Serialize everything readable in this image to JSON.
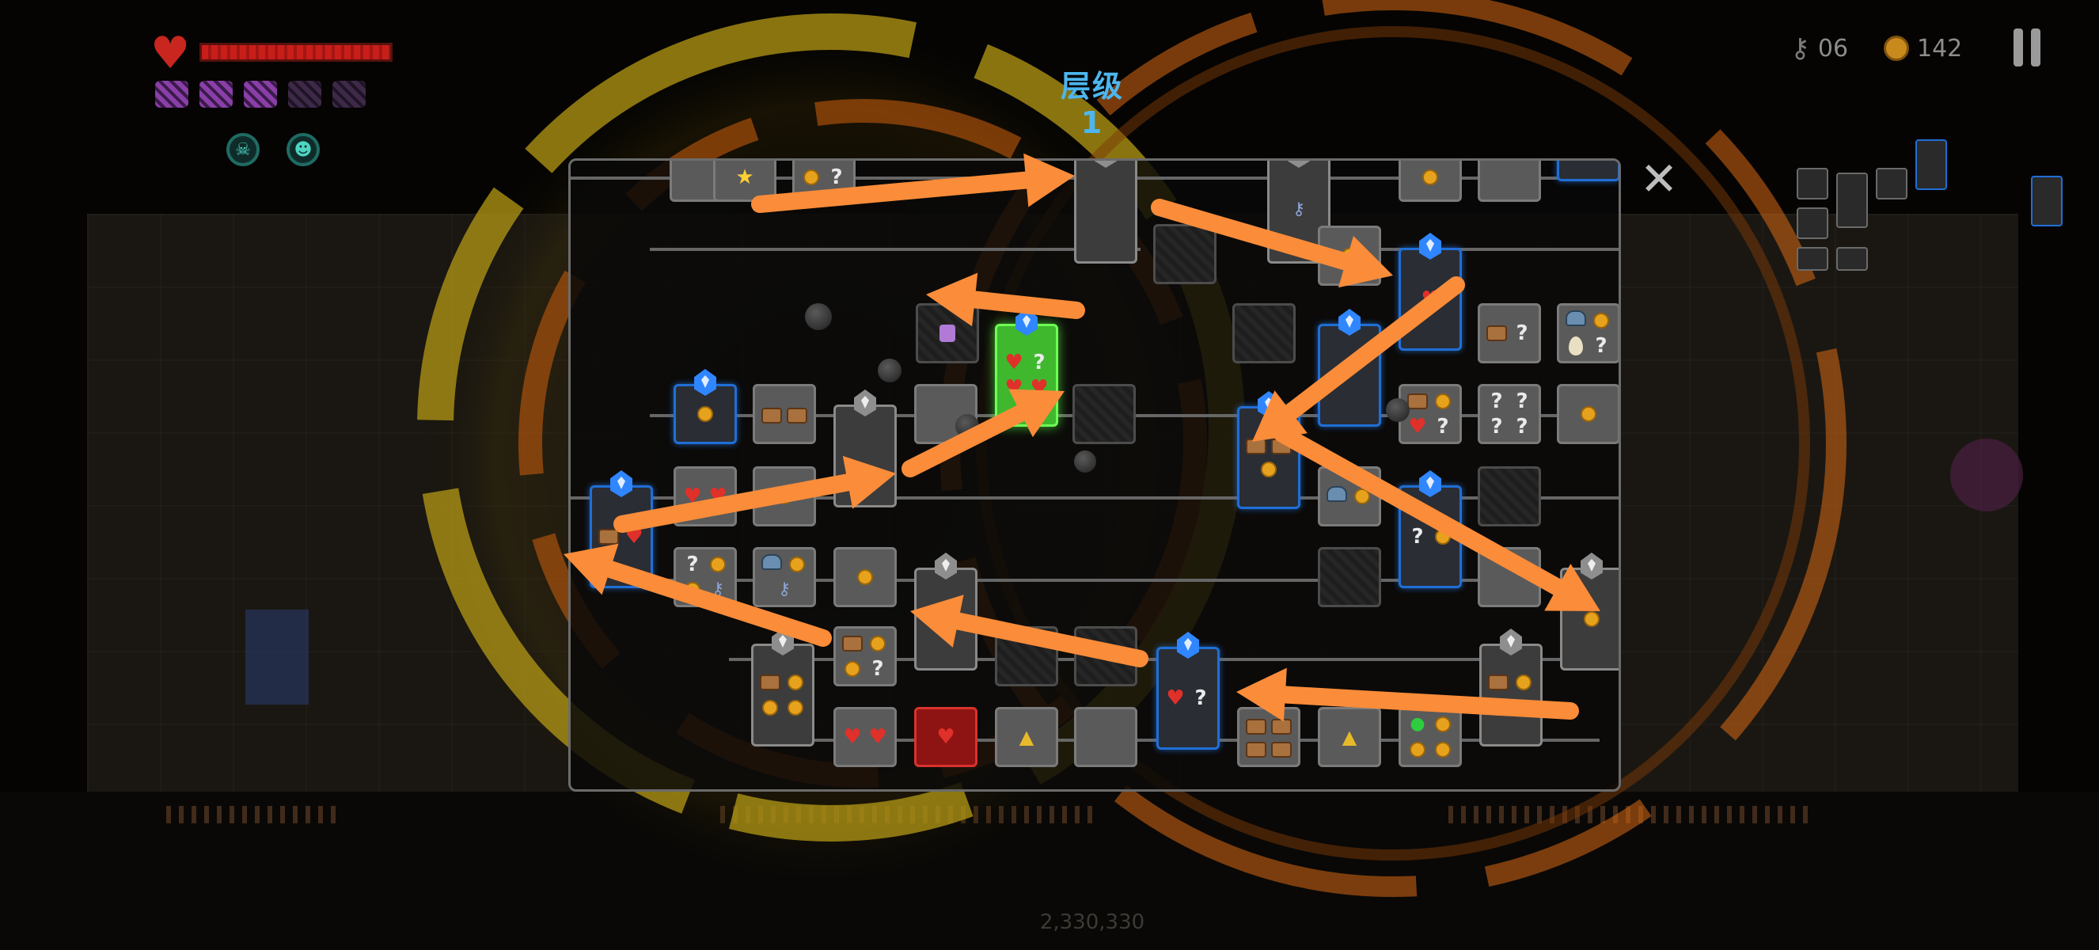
{
  "hud": {
    "floor_title": "层级 1",
    "keys": "06",
    "coins": "142",
    "health_fraction": 1.0,
    "charges_total": 5,
    "charges_full": 3,
    "score": "2,330,330",
    "status_icons": [
      "skull-status-icon",
      "curse-status-icon"
    ]
  },
  "icons": {
    "heart": "♥",
    "question": "?",
    "star": "★",
    "key": "⚷",
    "tri": "▲",
    "eye": "●",
    "close": "✕"
  },
  "colors": {
    "arrow": "#fb8c39",
    "special_border": "#1f6fd6",
    "current_room": "#3fb82e",
    "shop_room": "#8e1313",
    "floor_title": "#4db6ee"
  },
  "map": {
    "rooms": [
      {
        "id": "r-top-a",
        "kind": "plain",
        "icons": []
      },
      {
        "id": "r-top-star",
        "kind": "plain",
        "icons": [
          "star"
        ]
      },
      {
        "id": "r-top-coinq",
        "kind": "plain",
        "icons": [
          "coin",
          "q"
        ]
      },
      {
        "id": "r-top-portal-1",
        "kind": "portal",
        "gem": "grey",
        "icons": []
      },
      {
        "id": "r-top-dark-1",
        "kind": "dark",
        "icons": []
      },
      {
        "id": "r-top-portal-2",
        "kind": "portal",
        "gem": "grey",
        "icons": [
          "key"
        ]
      },
      {
        "id": "r-top-coin",
        "kind": "plain",
        "icons": [
          "coin"
        ]
      },
      {
        "id": "r-top-plain",
        "kind": "plain",
        "icons": []
      },
      {
        "id": "r-top-special",
        "kind": "special",
        "icons": []
      },
      {
        "id": "r-coin-small",
        "kind": "plain",
        "icons": [
          "coin"
        ]
      },
      {
        "id": "r-special-heart",
        "kind": "special",
        "gem": "blue",
        "icons": [
          "heart"
        ]
      },
      {
        "id": "r-dark-mid",
        "kind": "dark",
        "icons": []
      },
      {
        "id": "r-bag",
        "kind": "dark",
        "icons": [
          "bag"
        ]
      },
      {
        "id": "r-current",
        "kind": "current",
        "gem": "blue",
        "icons": [
          "heart",
          "q",
          "heart",
          "heart"
        ]
      },
      {
        "id": "r-chest-q",
        "kind": "plain",
        "icons": [
          "chest",
          "q"
        ]
      },
      {
        "id": "r-helmet-egg",
        "kind": "plain",
        "icons": [
          "helmet",
          "coin",
          "egg",
          "q"
        ]
      },
      {
        "id": "r-special-coin-l",
        "kind": "special",
        "gem": "blue",
        "icons": [
          "coin"
        ]
      },
      {
        "id": "r-chests-2",
        "kind": "plain",
        "icons": [
          "chest",
          "chest"
        ]
      },
      {
        "id": "r-portal-l",
        "kind": "portal",
        "gem": "grey",
        "icons": []
      },
      {
        "id": "r-plain-mid",
        "kind": "plain",
        "icons": []
      },
      {
        "id": "r-dark-c",
        "kind": "dark",
        "icons": []
      },
      {
        "id": "r-special-r1",
        "kind": "special",
        "gem": "blue",
        "icons": []
      },
      {
        "id": "r-chest-coin-heart",
        "kind": "plain",
        "icons": [
          "chest",
          "coin",
          "heart",
          "q"
        ]
      },
      {
        "id": "r-qqqq",
        "kind": "plain",
        "icons": [
          "q",
          "q",
          "q",
          "q"
        ]
      },
      {
        "id": "r-coin-right",
        "kind": "plain",
        "icons": [
          "coin"
        ]
      },
      {
        "id": "r-special-start",
        "kind": "special",
        "gem": "blue",
        "icons": [
          "chest",
          "heart"
        ]
      },
      {
        "id": "r-hearts-row",
        "kind": "plain",
        "icons": [
          "heart",
          "heart"
        ]
      },
      {
        "id": "r-plain-row2",
        "kind": "plain",
        "icons": [
          "coin"
        ]
      },
      {
        "id": "r-special-r2",
        "kind": "special",
        "gem": "blue",
        "icons": [
          "chest",
          "chest",
          "coin"
        ]
      },
      {
        "id": "r-helmet-coin",
        "kind": "plain",
        "icons": [
          "helmet",
          "coin"
        ]
      },
      {
        "id": "r-special-r3",
        "kind": "special",
        "gem": "blue",
        "icons": [
          "q",
          "coin"
        ]
      },
      {
        "id": "r-dark-r",
        "kind": "dark",
        "icons": []
      },
      {
        "id": "r-qcoin-key",
        "kind": "plain",
        "icons": [
          "q",
          "coin",
          "coin",
          "key"
        ]
      },
      {
        "id": "r-helmet-key",
        "kind": "plain",
        "icons": [
          "helmet",
          "coin",
          "key"
        ]
      },
      {
        "id": "r-coin-l2",
        "kind": "plain",
        "icons": [
          "coin"
        ]
      },
      {
        "id": "r-portal-mid",
        "kind": "portal",
        "gem": "grey",
        "icons": [
          "coin"
        ]
      },
      {
        "id": "r-dark-r2",
        "kind": "dark",
        "icons": []
      },
      {
        "id": "r-plain-r3",
        "kind": "plain",
        "icons": []
      },
      {
        "id": "r-portal-far",
        "kind": "portal",
        "gem": "grey",
        "icons": [
          "coin"
        ]
      },
      {
        "id": "r-portal-bl",
        "kind": "portal",
        "gem": "grey",
        "icons": [
          "chest",
          "coin",
          "coin",
          "coin"
        ]
      },
      {
        "id": "r-chest-coin-q",
        "kind": "plain",
        "icons": [
          "chest",
          "coin",
          "coin",
          "q"
        ]
      },
      {
        "id": "r-dark-b1",
        "kind": "dark",
        "icons": []
      },
      {
        "id": "r-dark-b2",
        "kind": "dark",
        "icons": []
      },
      {
        "id": "r-special-bottom",
        "kind": "special",
        "gem": "blue",
        "icons": [
          "heart",
          "q"
        ]
      },
      {
        "id": "r-portal-br",
        "kind": "portal",
        "gem": "grey",
        "icons": [
          "chest",
          "coin",
          "coin",
          "coin"
        ]
      },
      {
        "id": "r-hearts-b",
        "kind": "plain",
        "icons": [
          "heart",
          "heart"
        ]
      },
      {
        "id": "r-shop",
        "kind": "shop",
        "icons": [
          "heart"
        ]
      },
      {
        "id": "r-tri-1",
        "kind": "plain",
        "icons": [
          "tri"
        ]
      },
      {
        "id": "r-plain-b",
        "kind": "plain",
        "icons": []
      },
      {
        "id": "r-chests-4",
        "kind": "plain",
        "icons": [
          "chest",
          "chest",
          "chest",
          "chest"
        ]
      },
      {
        "id": "r-tri-2",
        "kind": "plain",
        "icons": [
          "tri"
        ]
      },
      {
        "id": "r-eye-coins",
        "kind": "plain",
        "icons": [
          "eye",
          "coin",
          "coin",
          "coin"
        ]
      }
    ]
  }
}
